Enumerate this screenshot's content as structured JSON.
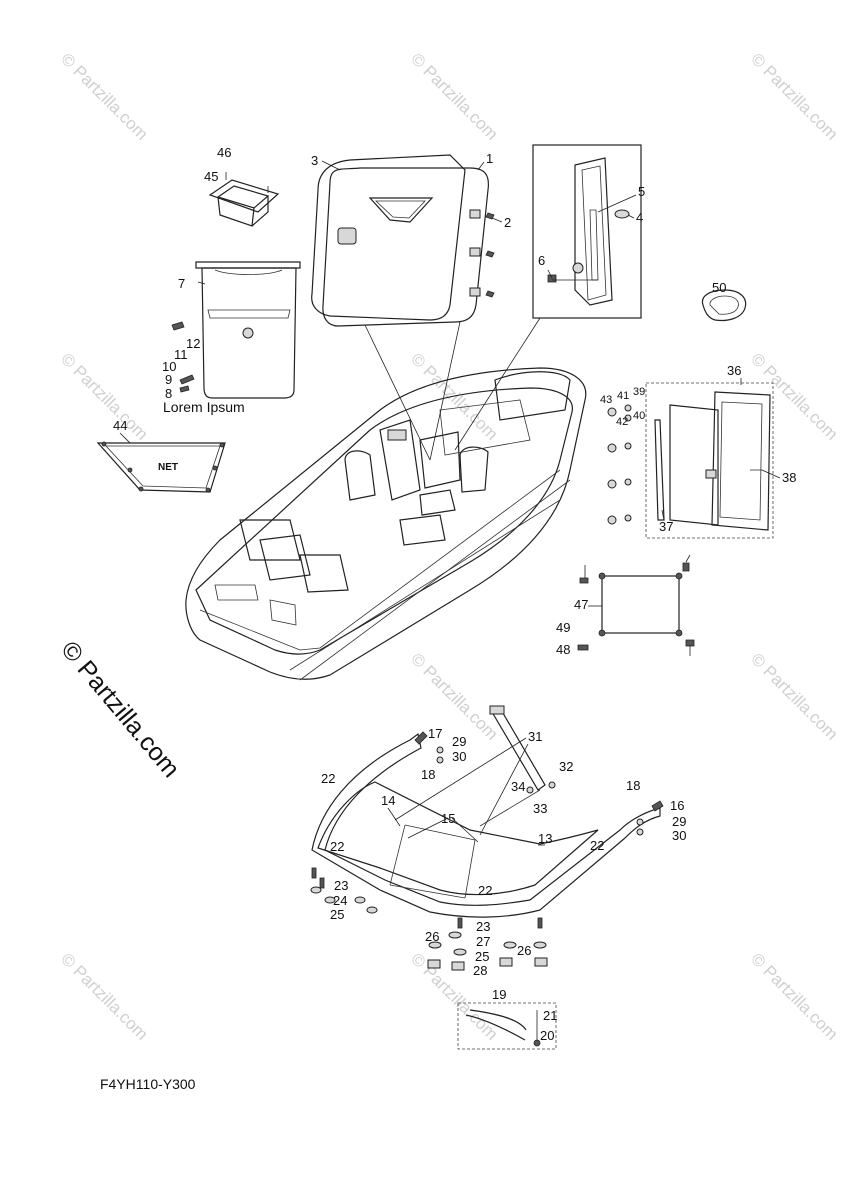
{
  "watermark": "© Partzilla.com",
  "watermark_small": "© Partzilla.com",
  "diagram_code": "F4YH110-Y300",
  "net_label": "NET",
  "placeholder_text": "Lorem Ipsum",
  "callouts": [
    "1",
    "2",
    "3",
    "4",
    "5",
    "6",
    "7",
    "8",
    "9",
    "10",
    "11",
    "12",
    "13",
    "14",
    "15",
    "16",
    "17",
    "18",
    "19",
    "20",
    "21",
    "22",
    "23",
    "24",
    "25",
    "26",
    "27",
    "28",
    "29",
    "30",
    "31",
    "32",
    "33",
    "34",
    "36",
    "37",
    "38",
    "39",
    "40",
    "41",
    "42",
    "43",
    "44",
    "45",
    "46",
    "47",
    "48",
    "49",
    "50"
  ]
}
